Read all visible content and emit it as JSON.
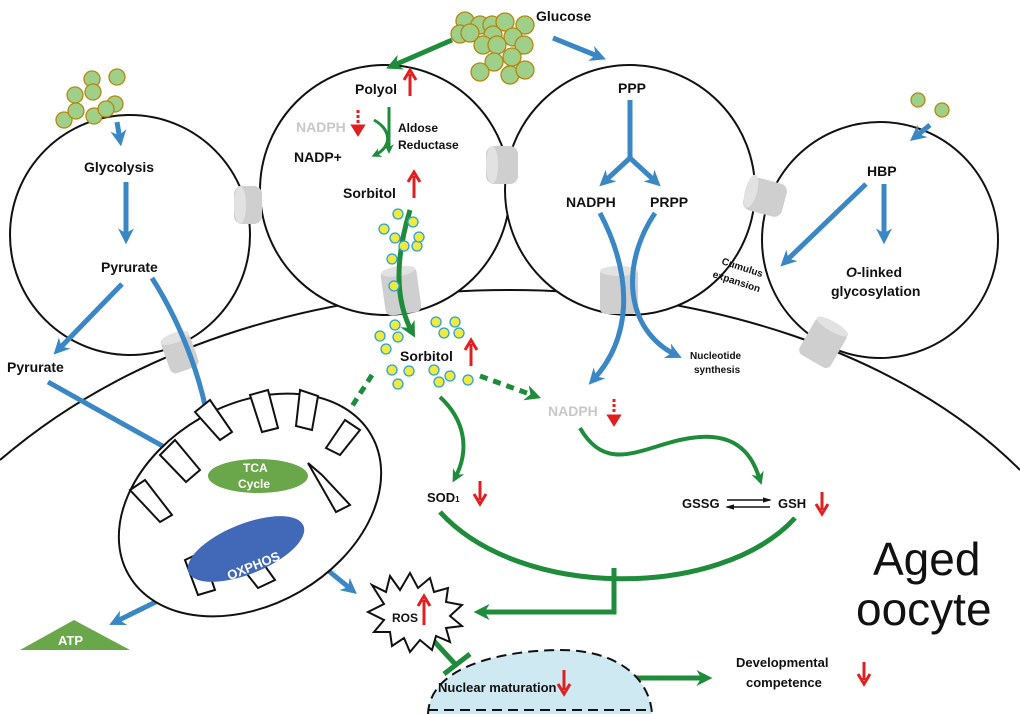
{
  "title": "Aged oocyte",
  "title_lines": [
    "Aged",
    "oocyte"
  ],
  "colors": {
    "pathway_blue": "#3a87c4",
    "sorbitol_green": "#1f8c3b",
    "increase_red": "#e02020",
    "glucose_fill": "#9fd08a",
    "glucose_stroke": "#b8860b",
    "sorbitol_fill": "#f0ea3c",
    "sorbitol_stroke": "#2aa0e0",
    "tca_green": "#6aa64a",
    "oxphos_blue": "#4169b8",
    "nucleus_fill": "#cfe9f2",
    "channel_gray": "#cfcfcf",
    "muted_text": "#c8c8c8"
  },
  "labels": {
    "glucose": "Glucose",
    "glycolysis": "Glycolysis",
    "pyrurate_cell": "Pyrurate",
    "pyrurate_oocyte": "Pyrurate",
    "polyol": "Polyol",
    "nadph_muted": "NADPH",
    "nadp_plus": "NADP+",
    "aldose": "Aldose",
    "reductase": "Reductase",
    "sorbitol_cell": "Sorbitol",
    "sorbitol_oocyte": "Sorbitol",
    "ppp": "PPP",
    "nadph": "NADPH",
    "prpp": "PRPP",
    "hbp": "HBP",
    "o_prefix": "O",
    "linked": "-linked",
    "glycosylation": "glycosylation",
    "cumulus": "Cumulus",
    "expansion": "expansion",
    "nucleotide": "Nucleotide",
    "synthesis": "synthesis",
    "nadph_oocyte": "NADPH",
    "tca": "TCA",
    "cycle": "Cycle",
    "oxphos": "OXPHOS",
    "atp": "ATP",
    "sod": "SOD",
    "sod_sub": "1",
    "gssg": "GSSG",
    "gsh": "GSH",
    "ros": "ROS",
    "nuclear_maturation": "Nuclear maturation",
    "developmental": "Developmental",
    "competence": "competence"
  },
  "indicators": {
    "polyol": "up",
    "sorbitol_cell": "up",
    "sorbitol_oocyte": "up",
    "nadph_cell": "down-dashed",
    "nadph_oocyte": "down-dashed",
    "sod1": "down",
    "gsh": "down",
    "ros": "up",
    "nuclear_maturation": "down",
    "developmental_competence": "down"
  }
}
